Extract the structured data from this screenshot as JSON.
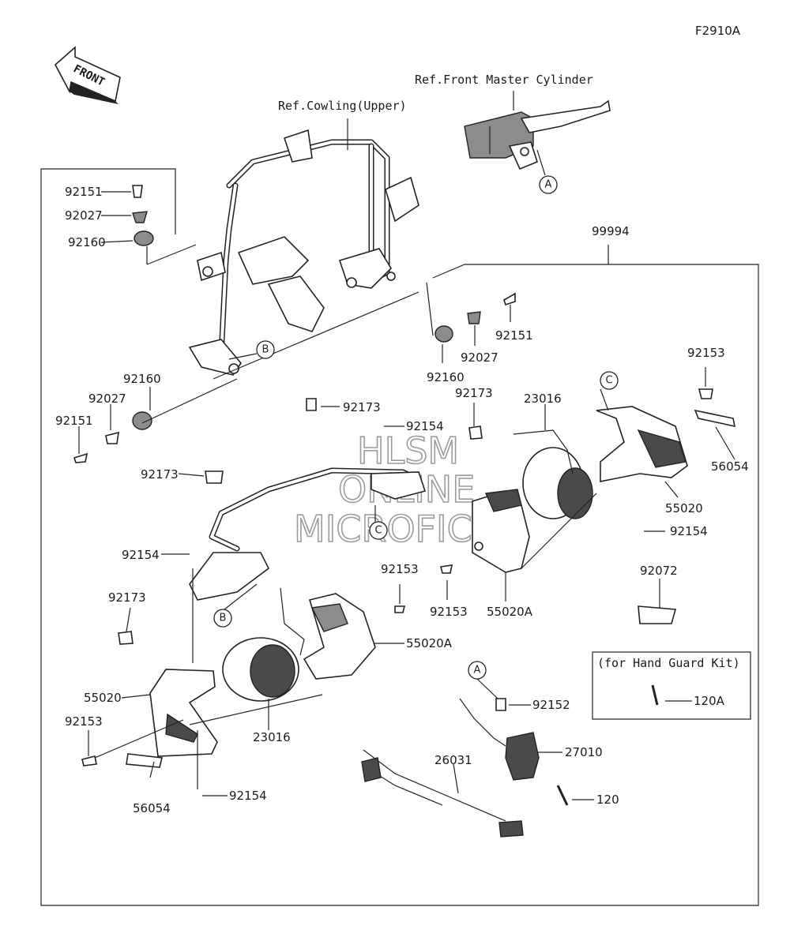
{
  "figure_id": "F2910A",
  "front_label": "FRONT",
  "refs": {
    "master_cylinder": "Ref.Front Master Cylinder",
    "cowling": "Ref.Cowling(Upper)"
  },
  "kit_box_label": "(for Hand Guard Kit)",
  "watermark": [
    "HLSM",
    "ONLINE",
    "MICROFICHE"
  ],
  "circle_refs": [
    "A",
    "B",
    "C"
  ],
  "parts": {
    "p92151_a": "92151",
    "p92027_a": "92027",
    "p92160_a": "92160",
    "p92160_b": "92160",
    "p92027_b": "92027",
    "p92151_b": "92151",
    "p92027_c": "92027",
    "p92151_c": "92151",
    "p92160_c": "92160",
    "p99994": "99994",
    "p92153_a": "92153",
    "p92173_a": "92173",
    "p92173_b": "92173",
    "p23016_a": "23016",
    "p92154_a": "92154",
    "p56054_a": "56054",
    "p55020_a": "55020",
    "p92173_c": "92173",
    "p92154_b": "92154",
    "p92072": "92072",
    "p92154_c": "92154",
    "p92173_d": "92173",
    "p92153_b": "92153",
    "p55020A_a": "55020A",
    "p92153_c": "92153",
    "p55020A_b": "55020A",
    "p55020_b": "55020",
    "p120A": "120A",
    "p92152": "92152",
    "p92153_d": "92153",
    "p23016_b": "23016",
    "p27010": "27010",
    "p26031": "26031",
    "p120": "120",
    "p56054_b": "56054",
    "p92154_d": "92154"
  }
}
